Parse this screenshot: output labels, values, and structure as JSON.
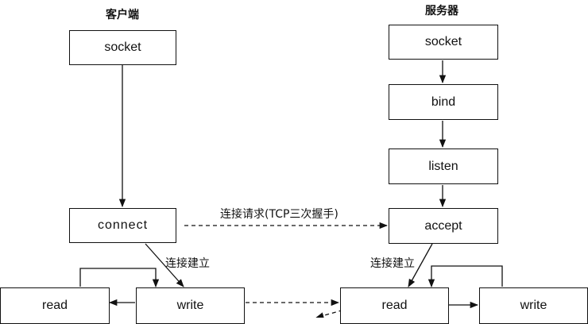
{
  "headers": {
    "client": "客户端",
    "server": "服务器"
  },
  "client": {
    "socket": "socket",
    "connect": "connect",
    "read": "read",
    "write": "write"
  },
  "server": {
    "socket": "socket",
    "bind": "bind",
    "listen": "listen",
    "accept": "accept",
    "read": "read",
    "write": "write"
  },
  "labels": {
    "connection_request": "连接请求(TCP三次握手)",
    "client_established": "连接建立",
    "server_established": "连接建立"
  }
}
